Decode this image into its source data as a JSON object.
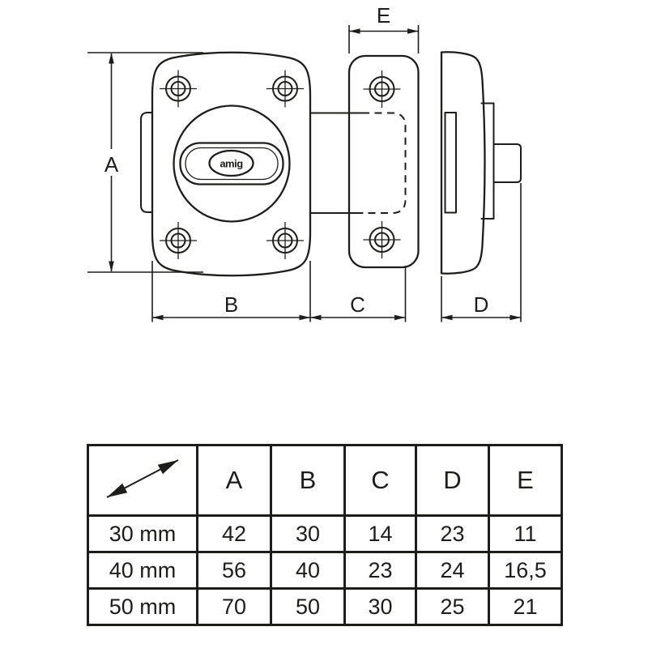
{
  "drawing": {
    "labels": {
      "a": "A",
      "b": "B",
      "c": "C",
      "d": "D",
      "e": "E"
    },
    "logo": "amig",
    "line_color": "#1d1d1b"
  },
  "table": {
    "columns": [
      "A",
      "B",
      "C",
      "D",
      "E"
    ],
    "rows": [
      {
        "size": "30 mm",
        "a": "42",
        "b": "30",
        "c": "14",
        "d": "23",
        "e": "11"
      },
      {
        "size": "40 mm",
        "a": "56",
        "b": "40",
        "c": "23",
        "d": "24",
        "e": "16,5"
      },
      {
        "size": "50 mm",
        "a": "70",
        "b": "50",
        "c": "30",
        "d": "25",
        "e": "21"
      }
    ]
  }
}
